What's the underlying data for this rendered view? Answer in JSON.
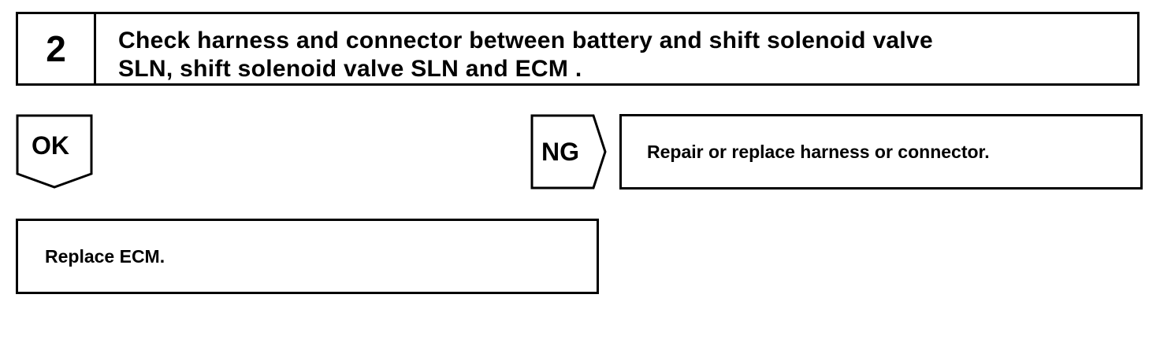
{
  "step": {
    "number": "2",
    "title_line1": "Check harness and connector between battery and shift solenoid valve",
    "title_line2": "SLN, shift solenoid valve SLN and ECM ."
  },
  "ok_branch": {
    "label": "OK",
    "action": "Replace ECM."
  },
  "ng_branch": {
    "label": "NG",
    "action": "Repair or replace harness or connector."
  }
}
